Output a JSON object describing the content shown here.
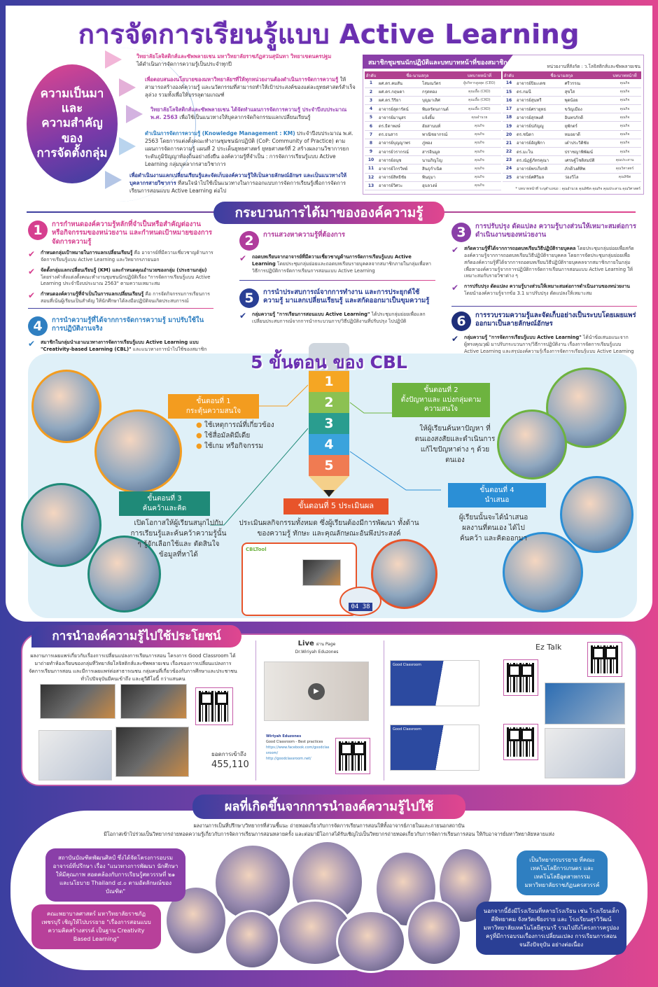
{
  "title": "การจัดการเรียนรู้แบบ Active Learning",
  "background": {
    "heading_lines": [
      "ความเป็นมา",
      "และ",
      "ความสำคัญ",
      "ของ",
      "การจัดตั้งกลุ่ม"
    ],
    "items": [
      {
        "highlight": "วิทยาลัยโลจิสติกส์และซัพพลายเชน มหาวิทยาลัยราชภัฏสวนสุนันทา วิทยาเขตนครปฐม",
        "text": "ได้ดำเนินการจัดการความรู้เป็นประจำทุกปี"
      },
      {
        "highlight": "เพื่อตอบสนองนโยบายของมหาวิทยาลัยฯที่ให้ทุกหน่วยงานต้องดำเนินการจัดการความรู้",
        "text": "ให้สามารถสร้างองค์ความรู้ และนวัตกรรมที่สามารถทำให้เป้าประสงค์ของแต่ละยุทธศาสตร์สำเร็จลุล่วง รวมทั้งเพื่อให้บรรลุตามเกณฑ์"
      },
      {
        "highlight": "วิทยาลัยโลจิสติกส์และซัพพลายเชน ได้จัดทำแผนการจัดการความรู้ ประจำปีงบประมาณ พ.ศ. 2563",
        "text": "เพื่อใช้เป็นแนวทางให้บุคลากรจัดกิจกรรมแลกเปลี่ยนเรียนรู้"
      },
      {
        "highlight": "ดำเนินการจัดการความรู้ (Knowledge Management : KM)",
        "text": "ประจำปีงบประมาณ พ.ศ. 2563 โดยการแต่งตั้งคณะทำงานชุมชนนักปฏิบัติ (CoP: Community of Practice) ตามแผนการจัดการความรู้ แผนที่ 2 ประเด็นยุทธศาสตร์ ยุทธศาสตร์ที่ 2 สร้างผลงานวิชาการยกระดับภูมิปัญญาท้องถิ่นอย่างยั่งยืน องค์ความรู้ที่จำเป็น : การจัดการเรียนรู้แบบ Active Learning กลุ่มบุคลากรสายวิชาการ"
      },
      {
        "highlight": "เพื่อดำเนินงานแลกเปลี่ยนเรียนรู้และจัดเก็บองค์ความรู้ให้เป็นลายลักษณ์อักษร และเป็นแนวทางให้บุคลากรสายวิชาการ",
        "text": "ที่สนใจนำไปใช้เป็นแนวทางในการออกแบบการจัดการเรียนรู้เพื่อการจัดการเรียนการสอนแบบ Active Learning ต่อไป"
      }
    ]
  },
  "members": {
    "title": "สมาชิกชุมชนนักปฏิบัติและบทบาทหน้าที่ของสมาชิก",
    "unit": "หน่วยงานที่สังกัด : ว.โลจิสติกส์และซัพพลายเชน",
    "columns": [
      "ลำดับ",
      "ชื่อ-นามสกุล",
      "บทบาทหน้าที่"
    ],
    "rows": [
      [
        "1",
        "ผศ.ดร.คมสัน",
        "โสมณวัตร",
        "ผู้บริหารสูงสุด (CEO)"
      ],
      [
        "2",
        "ผศ.ดร.กฤษดา",
        "กรุดทอง",
        "คุณเอื้อ (CKO)"
      ],
      [
        "3",
        "ผศ.ดร.วิริยา",
        "บุญมาเลิศ",
        "คุณเอื้อ (CKO)"
      ],
      [
        "4",
        "อาจารย์สุดารัตน์",
        "พิมลรัตนกานต์",
        "คุณเอื้อ (CKO)"
      ],
      [
        "5",
        "อาจารย์มานุสร",
        "แจ้งยิ้ม",
        "คุณอำนวย"
      ],
      [
        "6",
        "ดร.ธิดาพงษ์",
        "อัยสานนท์",
        "คุณกิจ"
      ],
      [
        "7",
        "ดร.ธนสาร",
        "พาณิชยากรณ์",
        "คุณกิจ"
      ],
      [
        "8",
        "อาจารย์บุญญาพร",
        "ภู่ทอง",
        "คุณกิจ"
      ],
      [
        "9",
        "อาจารย์วรากรณ์",
        "สารอินมูล",
        "คุณกิจ"
      ],
      [
        "10",
        "อาจารย์อนุช",
        "นามภิญโญ",
        "คุณกิจ"
      ],
      [
        "11",
        "อาจารย์ไกรวิทย์",
        "สินธุกำเนิด",
        "คุณกิจ"
      ],
      [
        "12",
        "อาจารย์สิทธิชัย",
        "พินธุมา",
        "คุณกิจ"
      ],
      [
        "13",
        "อาจารย์วิศวะ",
        "อุบลวงษ์",
        "คุณกิจ"
      ],
      [
        "14",
        "อาจารย์ปิยะเดช",
        "ศรีวรรณ",
        "คุณกิจ"
      ],
      [
        "15",
        "ดร.กมนี",
        "สุขใส",
        "คุณกิจ"
      ],
      [
        "16",
        "อาจารย์สุนทรี",
        "พุดน้อย",
        "คุณกิจ"
      ],
      [
        "17",
        "อาจารย์ศรายุทธ",
        "ขวัญเมือง",
        "คุณกิจ"
      ],
      [
        "18",
        "อาจารย์สุรพงศ์",
        "อินทรภักดี",
        "คุณกิจ"
      ],
      [
        "19",
        "อาจารย์ปภัญญู",
        "ยุพักตร์",
        "คุณกิจ"
      ],
      [
        "20",
        "ดร.ชนิดา",
        "หมอยาดี",
        "คุณกิจ"
      ],
      [
        "21",
        "อาจารย์อัญพิกา",
        "เต๋าประวิติชัย",
        "คุณกิจ"
      ],
      [
        "22",
        "ดร.มะโน",
        "ปราชญาพิพัฒน์",
        "คุณกิจ"
      ],
      [
        "23",
        "ดร.ณัฎฐ์ภัทรคุณา",
        "เศรษฐ์โชติสมบัติ",
        "คุณประสาน"
      ],
      [
        "24",
        "อาจารย์พรเกียรติ",
        "ภักดีวงศ์ทิพ",
        "คุณวิศาสตร์"
      ],
      [
        "25",
        "อาจารย์ศศิวิมล",
        "ว่องวิไล",
        "คุณลิขิต"
      ]
    ],
    "footnote": "* บทบาทหน้าที่ ระบุตำแหน่ง : คุณอำนวย คุณลิขิต คุณกิจ คุณประสาน คุณวิศาสตร์"
  },
  "process": {
    "title": "กระบวนการได้มาขององค์ความรู้",
    "steps": [
      {
        "num": "1",
        "color": "#d63f8f",
        "title": "การกำหนดองค์ความรู้หลักที่จำเป็นหรือสำคัญต่องาน หรือกิจกรรมของหน่วยงาน และกำหนดเป้าหมายของการจัดการความรู้",
        "items": [
          {
            "bold": "กำหนดกลุ่มเป้าหมายในการแลกเปลี่ยนเรียนรู้",
            "text": " คือ อาจารย์ที่มีความเชี่ยวชาญด้านการจัดการเรียนรู้แบบ Active Learning และวิทยากรภายนอก"
          },
          {
            "bold": "จัดตั้งกลุ่มแลกเปลี่ยนเรียนรู้ (KM) และกำหนดคุณอำนวยของกลุ่ม (ประธานกลุ่ม)",
            "text": " โดยร่างคำสั่งแต่งตั้งคณะทำงานชุมชนนักปฏิบัติเรื่อง \"การจัดการเรียนรู้แบบ Active Learning ประจำปีงบประมาณ 2563\" ตามความเหมาะสม"
          },
          {
            "bold": "กำหนดองค์ความรู้ที่จำเป็นในการแลกเปลี่ยนเรียนรู้",
            "text": " คือ การจัดกิจกรรมการเรียนการสอนที่เน้นผู้เรียนเป็นสำคัญ ให้นักศึกษาได้ลงมือปฏิบัติจนเกิดประสบการณ์"
          }
        ]
      },
      {
        "num": "2",
        "color": "#b03c9c",
        "title": "การแสวงหาความรู้ที่ต้องการ",
        "items": [
          {
            "bold": "ถอดบทเรียนจากอาจารย์ที่มีความเชี่ยวชาญด้านการจัดการเรียนรู้แบบ Active Learning",
            "text": " โดยประชุมกลุ่มย่อยและถอดบทเรียนรายบุคคลจากสมาชิกภายในกลุ่มเพื่อหาวิธีการปฏิบัติการจัดการเรียนการสอนแบบ Active Learning"
          }
        ]
      },
      {
        "num": "3",
        "color": "#8a3fa8",
        "title": "การปรับปรุง ดัดแปลง ความรู้บางส่วนให้เหมาะสมต่อการดำเนินงานของหน่วยงาน",
        "items": [
          {
            "bold": "สกัดความรู้ที่ได้จากการถอดบทเรียนวิธีปฏิบัติรายบุคคล",
            "text": " โดยประชุมกลุ่มย่อยเพื่อสกัดองค์ความรู้จากการถอดบทเรียนวิธีปฏิบัติรายบุคคล โดยการจัดประชุมกลุ่มย่อยเพื่อสกัดองค์ความรู้ที่ได้จากการถอดบทเรียนวิธีปฏิบัติรายบุคคลจากสมาชิกภายในกลุ่มเพื่อหาองค์ความรู้จากการปฏิบัติการจัดการเรียนการสอนแบบ Active Learning ให้เหมาะสมกับรายวิชาต่าง ๆ"
          },
          {
            "bold": "การปรับปรุง ดัดแปลง ความรู้บางส่วนให้เหมาะสมต่อการดำเนินงานของหน่วยงาน",
            "text": " โดยนำองค์ความรู้จากข้อ 3.1 มาปรับปรุง ดัดแปลงให้เหมาะสม"
          }
        ]
      },
      {
        "num": "4",
        "color": "#2f7fc1",
        "title": "การนำความรู้ที่ได้จากการจัดการความรู้ มาปรับใช้ในการปฏิบัติงานจริง",
        "items": [
          {
            "bold": "สมาชิกในกลุ่มนำเอาแนวทางการจัดการเรียนรู้แบบ Active Learning แบบ \"Creativity-based Learning (CBL)\"",
            "text": " และแนวทางการนำไปใช้ของสมาชิกกลุ่มไปออกแบบการจัดการเรียนการสอนในรายวิชาต่าง ๆ ของสมาชิก"
          }
        ]
      },
      {
        "num": "5",
        "color": "#2a3f95",
        "title": "การนำประสบการณ์จากการทำงาน และการประยุกต์ใช้ความรู้ มาแลกเปลี่ยนเรียนรู้ และสกัดออกมาเป็นขุมความรู้",
        "items": [
          {
            "bold": "กลุ่มความรู้ \"การเรียนการสอนแบบ Active Learning\"",
            "text": " ได้ประชุมกลุ่มย่อยเพื่อแลกเปลี่ยนประสบการณ์จากการนำกระบวนการ/วิธีปฏิบัติงานที่ปรับปรุง ไปปฏิบัติ"
          }
        ]
      },
      {
        "num": "6",
        "color": "#1f2f7a",
        "title": "การรวบรวมความรู้และจัดเก็บอย่างเป็นระบบโดยเผยแพร่ออกมาเป็นลายลักษณ์อักษร",
        "items": [
          {
            "bold": "กลุ่มความรู้ \"การจัดการเรียนรู้แบบ Active Learning\"",
            "text": " ได้นำข้อเสนอแนะจากผู้ทรงคุณวุฒิ มาปรับกระบวนการ/วิธีการปฏิบัติงาน เรื่องการจัดการเรียนรู้แบบ Active Learning และสรุปองค์ความรู้เรื่องการจัดการเรียนรู้แบบ Active Learning พร้อมเผยแพร่ให้บุคลากรที่เกี่ยวข้องนำสู่การปฏิบัติ"
          }
        ]
      }
    ]
  },
  "cbl": {
    "title": "5 ขั้นตอน ของ CBL",
    "pencil": [
      {
        "n": "1",
        "color": "#f5a623"
      },
      {
        "n": "2",
        "color": "#8cc152"
      },
      {
        "n": "3",
        "color": "#2a9d8f"
      },
      {
        "n": "4",
        "color": "#3aa3dc"
      },
      {
        "n": "5",
        "color": "#f07b52"
      }
    ],
    "steps": [
      {
        "label": "ขั้นตอนที่ 1",
        "name": "กระตุ้นความสนใจ",
        "color": "#f39c1f",
        "bullets": [
          "ใช้เหตุการณ์ที่เกี่ยวข้อง",
          "ใช้สื่อมัลติมีเดีย",
          "ใช้เกม หรือกิจกรรม"
        ]
      },
      {
        "label": "ขั้นตอนที่ 2",
        "name": "ตั้งปัญหาและ แบ่งกลุ่มตามความสนใจ",
        "color": "#6db33f",
        "desc": "ให้ผู้เรียนค้นหาปัญหา ที่ตนเองสงสัยและดำเนินการ แก้ไขปัญหาต่าง ๆ ด้วยตนเอง"
      },
      {
        "label": "ขั้นตอนที่ 3",
        "name": "ค้นคว้าและคิด",
        "color": "#1f8a78",
        "desc": "เปิดโอกาสให้ผู้เรียนสนุกไปกับ การเรียนรู้และค้นคว้าความรู้นั้น ๆ รู้จักเลือกใช้และ ตัดสินใจข้อมูลที่หาได้"
      },
      {
        "label": "ขั้นตอนที่ 4",
        "name": "นำเสนอ",
        "color": "#2b8fd6",
        "desc": "ผู้เรียนนั้นจะได้นำเสนอ ผลงานที่ตนเอง ได้ไปค้นคว้า และคิดออกมา"
      },
      {
        "label": "ขั้นตอนที่ 5 ประเมินผล",
        "color": "#e8542a",
        "desc": "ประเมินผลกิจกรรมทั้งหมด ซึ่งผู้เรียนต้องมีการพัฒนา ทั้งด้านของความรู้ ทักษะ และคุณลักษณะอันพึงประสงค์"
      }
    ],
    "tool_name": "CBLTool",
    "timer": "04 38"
  },
  "apply": {
    "title": "การนำองค์ความรู้ไปใช้ประโยชน์",
    "intro": "ผลงานการเผยแพร่เกี่ยวกับเรื่องการเปลี่ยนแปลงการเรียนการสอน โครงการ Good Classroom ได้มาถ่ายทำห้องเรียนของกลุ่มที่วิทยาลัยโลจิสติกส์และซัพพลายเชน เรื่องของการเปลี่ยนแปลงการจัดการเรียนการสอน และมีการเผยแพร่ต่อสาธารณชน กลุ่มคนที่เกี่ยวข้องกับการศึกษาและประชาชนทั่วไปปัจจุบันมีคนเข้าถึง และดูวีดีโอนี้ กว่าแสนคน",
    "reach_label": "ยอดการเข้าถึง",
    "reach_value": "455,110",
    "live_title": "Live",
    "live_via": "ผ่าน Page",
    "live_page": "Dr.Wiriyah Eduzones",
    "live_post": {
      "author": "Wiriyah Eduzones",
      "lines": [
        "Good Classroom - Best practices",
        "https://www.facebook.com/goodclassroom/",
        "http://goodclassroom.net/"
      ]
    },
    "ez_title": "Ez Talk",
    "ez_tag": "Good Classroom"
  },
  "results": {
    "title": "ผลที่เกิดขึ้นจากการนำองค์ความรู้ไปใช้",
    "intro1": "ผลงานการเป็นที่ปรึกษา/วิทยากรที่ส่วนชี้แนะ ถ่ายทอดเกี่ยวกับการจัดการเรียนการสอนให้ทั้งอาจารย์ภายในและภายนอกสถาบัน",
    "intro2": "มีโอกาสเข้าไปร่วมเป็นวิทยากรถ่ายทอดความรู้เกี่ยวกับการจัดการเรียนการสอนหลายครั้ง และต่อมามีโอกาสได้รับเชิญไปเป็นวิทยากรถ่ายทอดเกี่ยวกับการจัดการเรียนการสอน ให้กับอาจารย์มหาวิทยาลัยหลายแห่ง",
    "boxes": [
      "สถาบันบัณฑิตพัฒนศิลป์ ซึ่งได้จัดโครงการอบรมอาจารย์ที่ปรึกษา เรื่อง \"แนวทางการพัฒนา นักศึกษาให้มีคุณภาพ สอดคล้องกับการเรียนรู้ศตวรรษที่ ๒๑ และนโยบาย Thailand ๔.๐ ตามอัตลักษณ์ของบัณฑิต\"",
      "คณะพยาบาลศาสตร์ มหาวิทยาลัยราชภัฏเพชรบุรี เชิญให้ไปบรรยาย \"เรื่องการสอนแบบความคิดสร้างสรรค์ เป็นฐาน Creativity Based Learning\"",
      "เป็นวิทยากรบรรยาย ที่คณะเทคโนโลยีการเกษตร และเทคโนโลยีอุตสาหกรรม มหาวิทยาลัยราชภัฏนครสวรรค์",
      "นอกจากนี้ยังมีโรงเรียนที่หลายโรงเรียน เช่น โรงเรียนเด็กดีพิทยาคม จังหวัดเชียงราย และ โรงเรียนสุรวิวัฒน์ มหาวิทยาลัยเทคโนโลยีสุรนารี รวมไปถึงโครงการครูปองครูที่มีการอบรมเรื่องการเปลี่ยนแปลง การเรียนการสอนจนถึงปัจจุบัน อย่างต่อเนื่อง"
    ]
  }
}
